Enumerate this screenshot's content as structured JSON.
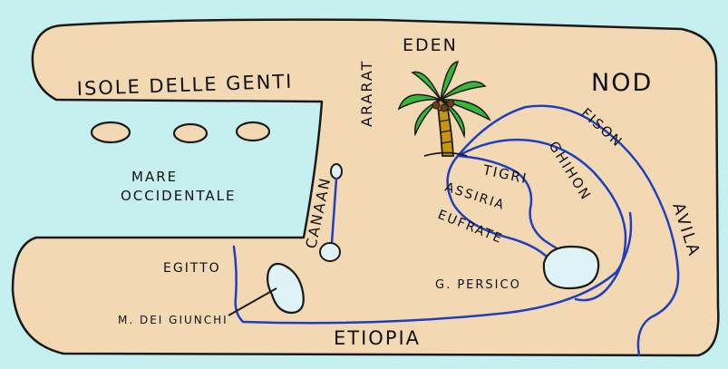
{
  "labels": {
    "isole_delle_genti": "ISOLE DELLE GENTI",
    "mare_line1": "MARE",
    "mare_line2": "OCCIDENTALE",
    "ararat": "ARARAT",
    "eden": "EDEN",
    "nod": "NOD",
    "fison": "FISON",
    "ghihon": "GHIHON",
    "tigri": "TIGRI",
    "assiria": "ASSIRIA",
    "eufrate": "EUFRATE",
    "canaan": "CANAAN",
    "egitto": "EGITTO",
    "m_dei_giunchi": "M. DEI GIUNCHI",
    "g_persico": "G. PERSICO",
    "etiopia": "ETIOPIA",
    "avila": "AVILA"
  },
  "colors": {
    "sea": "#c6f0f0",
    "land": "#f3d9b3",
    "outline": "#1a1a1a",
    "river": "#1f3fbf",
    "water_body": "#dff3f6",
    "palm_leaf": "#37b737",
    "palm_trunk": "#c8950f",
    "coconut": "#6b3d12"
  },
  "icons": {
    "palm_tree": "palm-tree-icon"
  }
}
